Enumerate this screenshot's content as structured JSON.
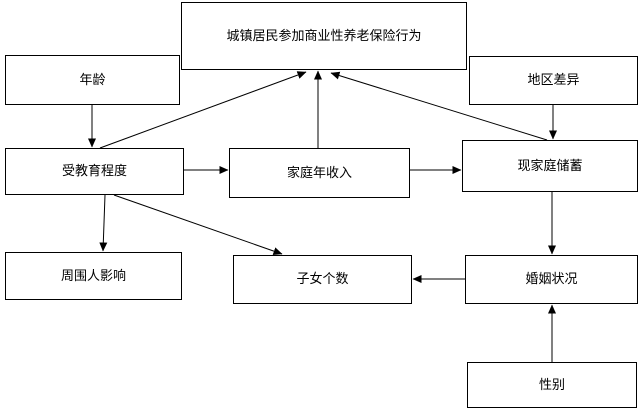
{
  "diagram": {
    "nodes": {
      "target": "城镇居民参加商业性养老保险行为",
      "age": "年龄",
      "region": "地区差异",
      "education": "受教育程度",
      "income": "家庭年收入",
      "savings": "现家庭储蓄",
      "peers": "周围人影响",
      "children": "子女个数",
      "marital": "婚姻状况",
      "gender": "性别"
    }
  },
  "colors": {
    "stroke": "#000000",
    "background": "#ffffff"
  }
}
